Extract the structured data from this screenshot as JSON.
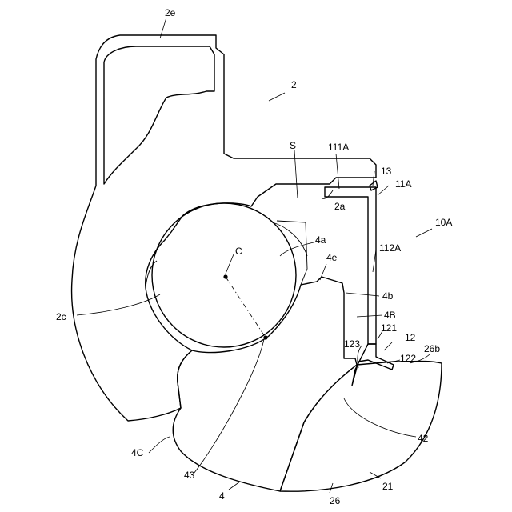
{
  "labels": {
    "l_2e": "2e",
    "l_2": "2",
    "l_S": "S",
    "l_111A": "111A",
    "l_13": "13",
    "l_11A": "11A",
    "l_2a": "2a",
    "l_10A": "10A",
    "l_4a": "4a",
    "l_C": "C",
    "l_4e": "4e",
    "l_112A": "112A",
    "l_4b": "4b",
    "l_4B": "4B",
    "l_2c": "2c",
    "l_121": "121",
    "l_12": "12",
    "l_123": "123",
    "l_122": "122",
    "l_26b": "26b",
    "l_42": "42",
    "l_4C": "4C",
    "l_43": "43",
    "l_21": "21",
    "l_4": "4",
    "l_26": "26"
  }
}
